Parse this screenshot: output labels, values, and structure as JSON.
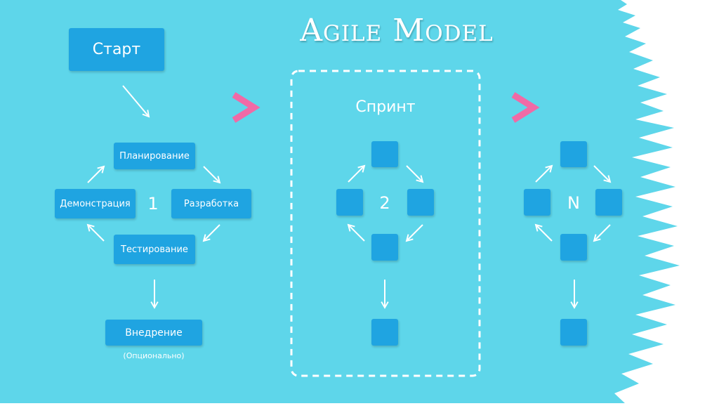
{
  "title": "Agile Model",
  "colors": {
    "background": "#5ed6ea",
    "box": "#1fa4e1",
    "text": "#ffffff",
    "chevron": "#f06aa6",
    "arrow": "#ffffff"
  },
  "sprint1": {
    "start": "Старт",
    "planning": "Планирование",
    "development": "Разработка",
    "testing": "Тестирование",
    "demo": "Демонстрация",
    "number": "1",
    "deploy": "Внедрение",
    "optional": "(Опционально)"
  },
  "sprint2": {
    "title": "Спринт",
    "number": "2"
  },
  "sprintN": {
    "number": "N"
  }
}
